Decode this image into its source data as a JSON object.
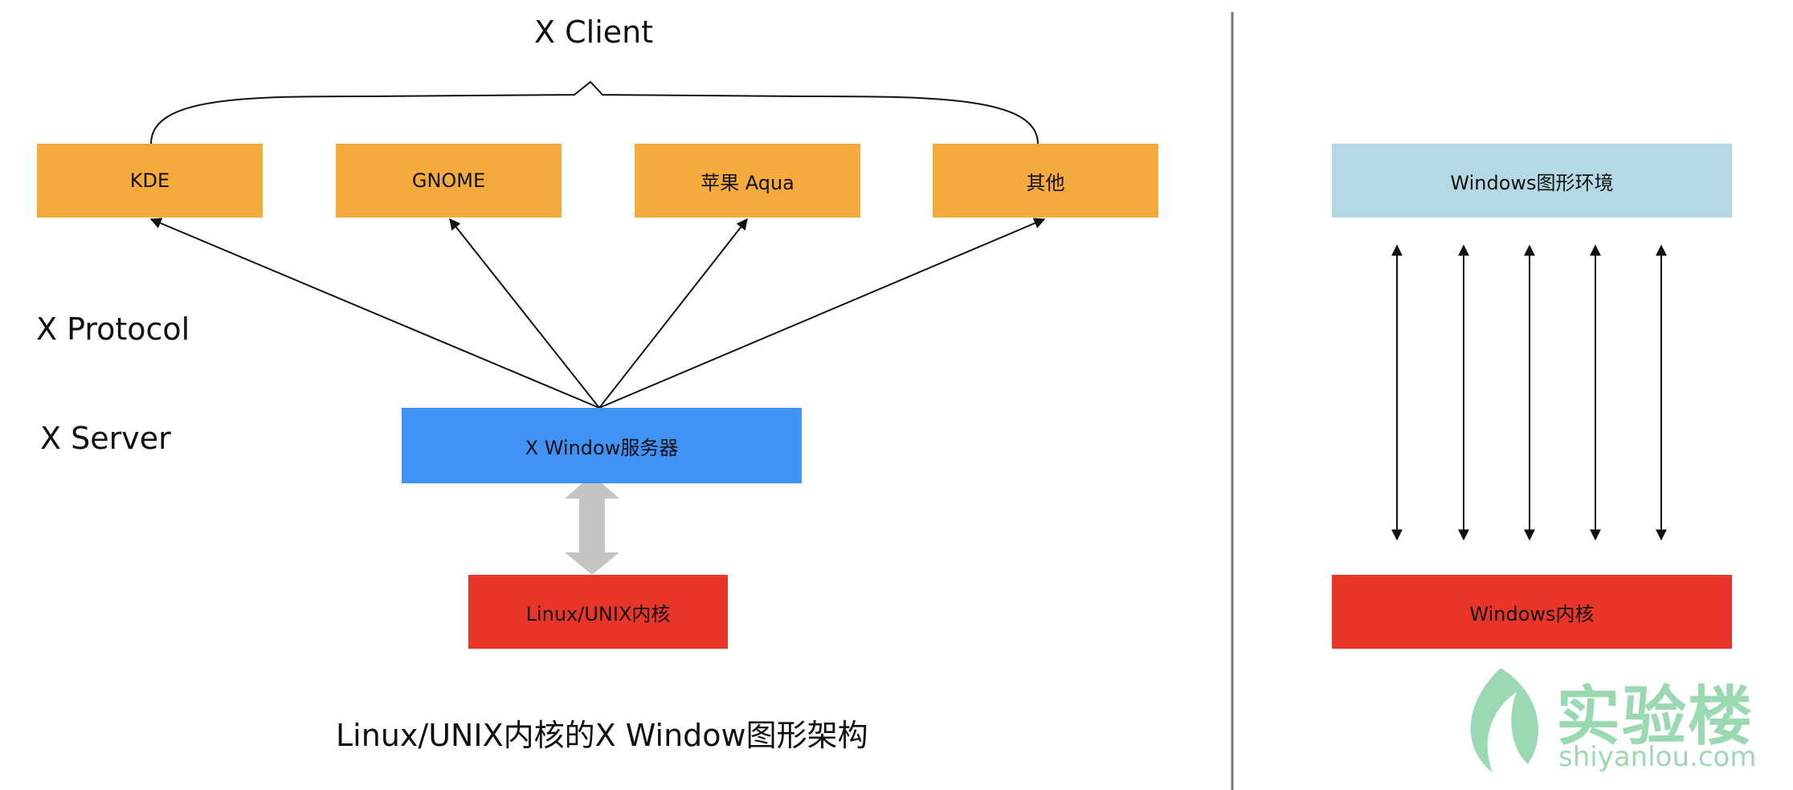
{
  "left": {
    "x_client_label": "X Client",
    "x_protocol_label": "X Protocol",
    "x_server_label": "X Server",
    "clients": [
      {
        "label": "KDE"
      },
      {
        "label": "GNOME"
      },
      {
        "label": "苹果 Aqua"
      },
      {
        "label": "其他"
      }
    ],
    "server_box": "X Window服务器",
    "kernel_box": "Linux/UNIX内核",
    "caption": "Linux/UNIX内核的X Window图形架构"
  },
  "right": {
    "graphics_box": "Windows图形环境",
    "kernel_box": "Windows内核"
  },
  "watermark": {
    "name": "实验楼",
    "site": "shiyanlou.com"
  },
  "colors": {
    "client": "#f4aa3c",
    "server": "#4192f5",
    "kernel": "#e8352a",
    "windows_graphics": "#b4d9e5",
    "double_arrow": "#c4c4c4",
    "logo": "#9ad9b2"
  }
}
